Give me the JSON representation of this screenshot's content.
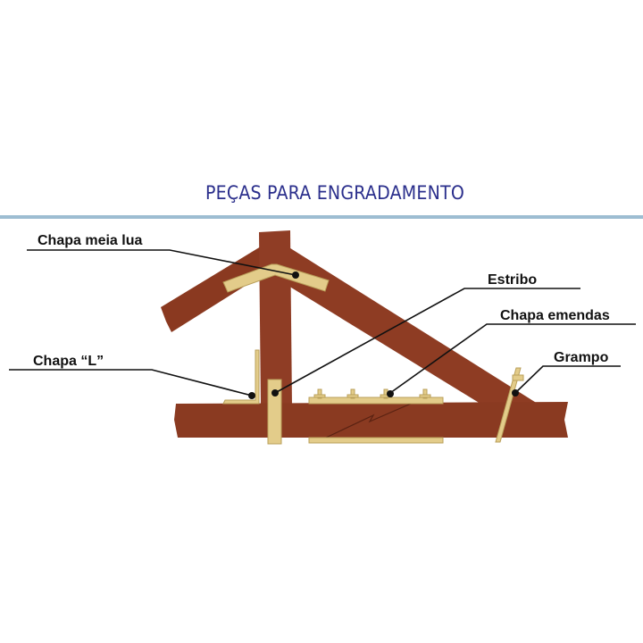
{
  "title": "PEÇAS PARA ENGRADAMENTO",
  "labels": {
    "chapa_meia_lua": "Chapa meia lua",
    "estribo": "Estribo",
    "chapa_emendas": "Chapa emendas",
    "chapa_l": "Chapa “L”",
    "grampo": "Grampo"
  },
  "colors": {
    "title": "#2b2f8c",
    "rule": "#9dbdd2",
    "wood": "#8a3a22",
    "metal": "#e3cc8a"
  }
}
